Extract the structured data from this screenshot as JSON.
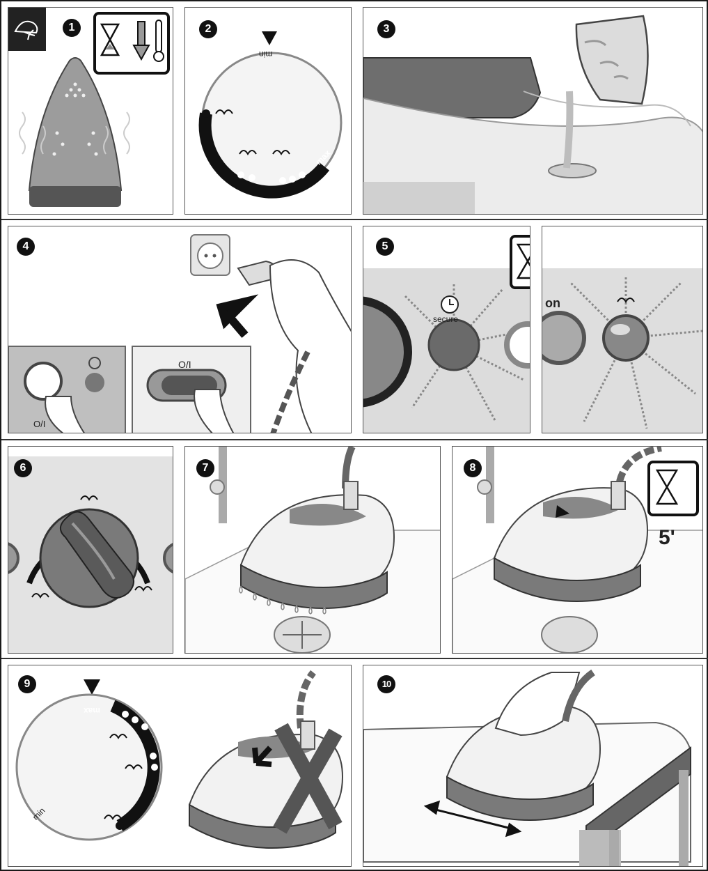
{
  "steps": [
    {
      "number": "1"
    },
    {
      "number": "2"
    },
    {
      "number": "3"
    },
    {
      "number": "4"
    },
    {
      "number": "5"
    },
    {
      "number": "6"
    },
    {
      "number": "7"
    },
    {
      "number": "8"
    },
    {
      "number": "9"
    },
    {
      "number": "10"
    }
  ],
  "dial_step2": {
    "min_label": "min",
    "max_label": "max"
  },
  "switch_label": "O/I",
  "button_label": "O/I",
  "secure_label": "secure",
  "on_label": "on",
  "dial_step9": {
    "min_label": "min",
    "max_label": "max"
  },
  "wait_time": "5'",
  "colors": {
    "dark": "#222222",
    "mid_grey": "#8a8a8a",
    "light_grey": "#d8d8d8",
    "panel_bg": "#e9e9e9"
  }
}
